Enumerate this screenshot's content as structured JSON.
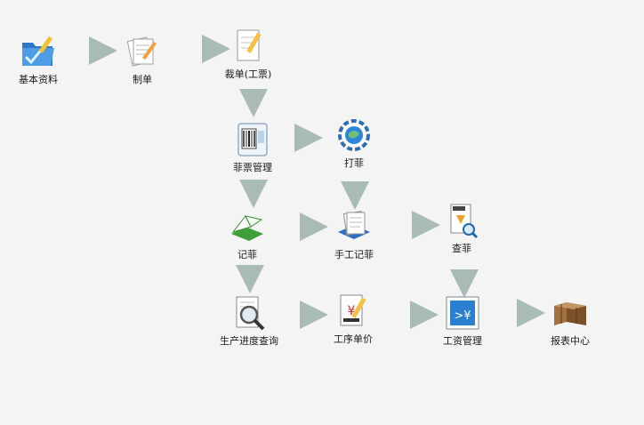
{
  "nodes": {
    "basic_info": {
      "label": "基本资料",
      "icon": "folder-pencil-icon"
    },
    "make_order": {
      "label": "制单",
      "icon": "documents-pencil-icon"
    },
    "cut_order": {
      "label": "裁单(工票)",
      "icon": "document-pencil-icon"
    },
    "ticket_mgmt": {
      "label": "菲票管理",
      "icon": "barcode-card-icon"
    },
    "print_ticket": {
      "label": "打菲",
      "icon": "gear-globe-icon"
    },
    "record_ticket": {
      "label": "记菲",
      "icon": "open-book-icon"
    },
    "manual_record": {
      "label": "手工记菲",
      "icon": "paper-stack-icon"
    },
    "check_ticket": {
      "label": "查菲",
      "icon": "search-document-icon"
    },
    "progress_query": {
      "label": "生产进度查询",
      "icon": "magnifier-document-icon"
    },
    "process_price": {
      "label": "工序单价",
      "icon": "yen-document-icon"
    },
    "wage_mgmt": {
      "label": "工资管理",
      "icon": "yen-monitor-icon"
    },
    "report_center": {
      "label": "报表中心",
      "icon": "boxes-icon"
    }
  },
  "colors": {
    "arrow": "#a9bbb6",
    "background": "#f4f4f4",
    "label": "#1a1a1a"
  }
}
